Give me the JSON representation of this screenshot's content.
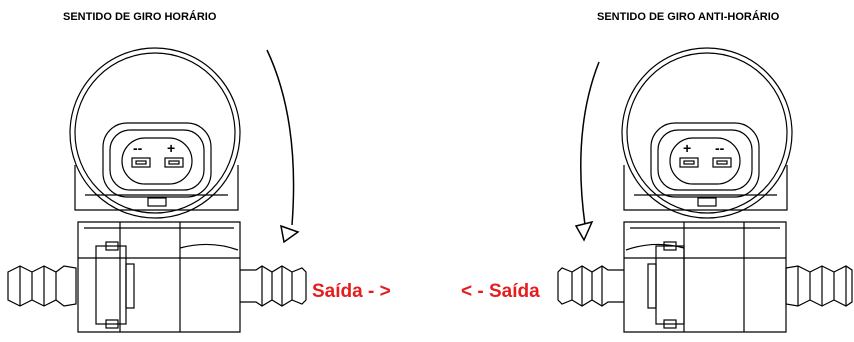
{
  "left_pump": {
    "title": "SENTIDO DE GIRO HORÁRIO",
    "terminal_labels": [
      "--",
      "+"
    ],
    "outlet_label": "Saída - >",
    "rotation_arrow": "clockwise-arrow-icon"
  },
  "right_pump": {
    "title": "SENTIDO DE GIRO ANTI-HORÁRIO",
    "terminal_labels": [
      "+",
      "--"
    ],
    "outlet_label": "< - Saída",
    "rotation_arrow": "counterclockwise-arrow-icon"
  },
  "colors": {
    "outline": "#000000",
    "outlet_label": "#e41e1e",
    "background": "#ffffff"
  }
}
